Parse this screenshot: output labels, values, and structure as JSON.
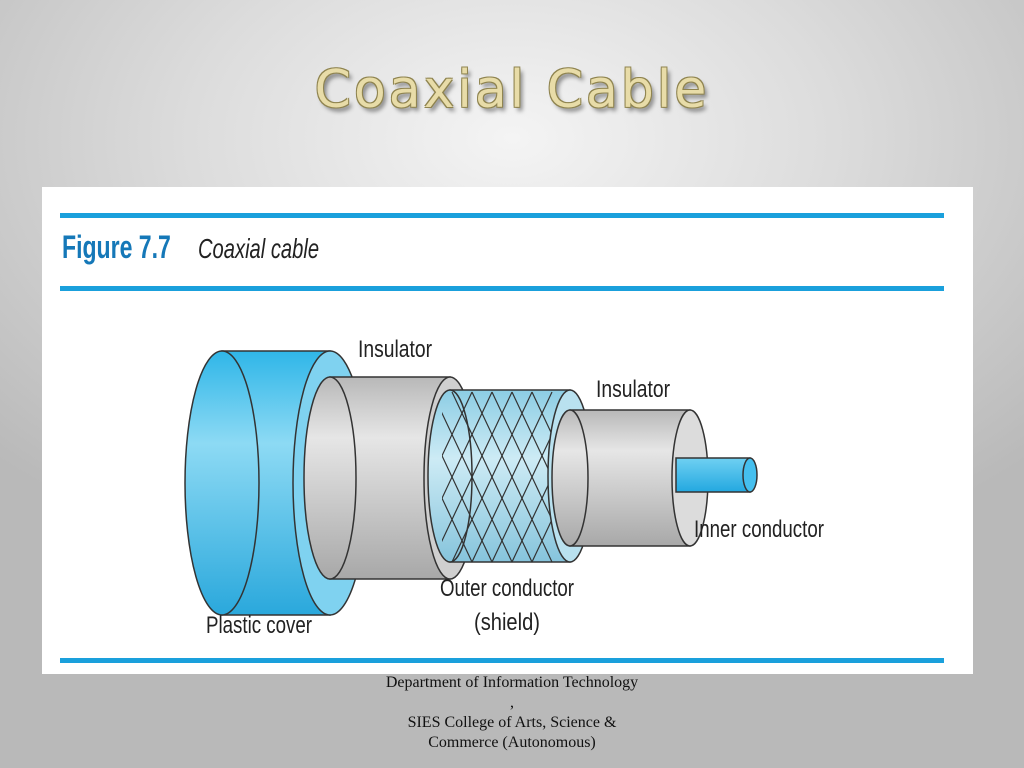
{
  "slide": {
    "title": "Coaxial Cable"
  },
  "figure": {
    "number": "Figure 7.7",
    "caption": "Coaxial cable",
    "labels": {
      "insulator_outer": "Insulator",
      "insulator_inner": "Insulator",
      "inner_conductor": "Inner conductor",
      "outer_conductor_line1": "Outer conductor",
      "outer_conductor_line2": "(shield)",
      "plastic_cover": "Plastic cover"
    },
    "colors": {
      "rule": "#1aa0dc",
      "plastic_cover": "#5cc8ec",
      "inner_conductor": "#3ec0ec",
      "insulator": "#d4d4d4",
      "shield": "#a8d8ea"
    }
  },
  "footer": {
    "line1": "Department of Information Technology",
    "line2": ",",
    "line3": "SIES College of Arts, Science &",
    "line4": "Commerce (Autonomous)"
  }
}
